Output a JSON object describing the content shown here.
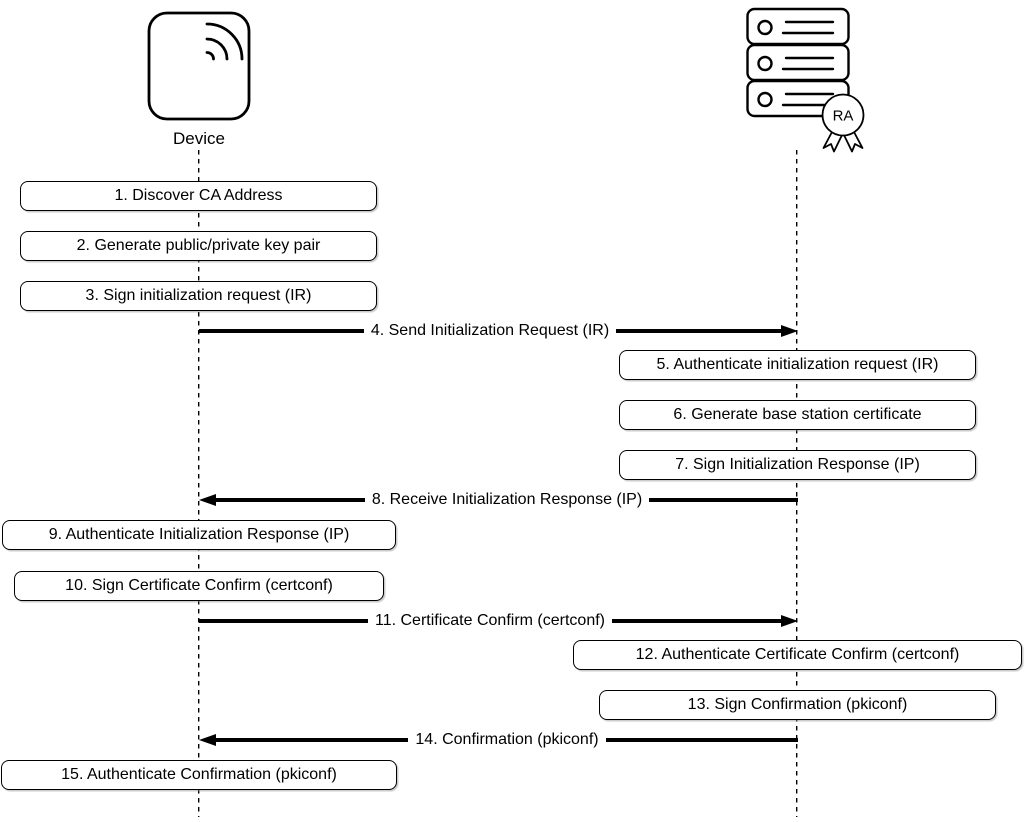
{
  "diagram_type": "sequence-diagram",
  "colors": {
    "stroke": "#000000",
    "background": "#ffffff"
  },
  "actors": {
    "device": {
      "label": "Device",
      "icon": "wireless-device-icon"
    },
    "ra": {
      "label": "RA",
      "icon": "server-rack-icon",
      "badge_label": "RA"
    }
  },
  "steps": [
    {
      "num": "1",
      "kind": "action",
      "lane": "device",
      "label": "1. Discover CA Address"
    },
    {
      "num": "2",
      "kind": "action",
      "lane": "device",
      "label": "2. Generate public/private key pair"
    },
    {
      "num": "3",
      "kind": "action",
      "lane": "device",
      "label": "3. Sign initialization request (IR)"
    },
    {
      "num": "4",
      "kind": "message",
      "from": "device",
      "to": "ra",
      "label": "4. Send Initialization Request (IR)"
    },
    {
      "num": "5",
      "kind": "action",
      "lane": "ra",
      "label": "5. Authenticate initialization request (IR)"
    },
    {
      "num": "6",
      "kind": "action",
      "lane": "ra",
      "label": "6. Generate base station certificate"
    },
    {
      "num": "7",
      "kind": "action",
      "lane": "ra",
      "label": "7. Sign Initialization Response (IP)"
    },
    {
      "num": "8",
      "kind": "message",
      "from": "ra",
      "to": "device",
      "label": "8. Receive Initialization Response (IP)"
    },
    {
      "num": "9",
      "kind": "action",
      "lane": "device",
      "label": "9. Authenticate Initialization Response (IP)"
    },
    {
      "num": "10",
      "kind": "action",
      "lane": "device",
      "label": "10. Sign Certificate Confirm (certconf)"
    },
    {
      "num": "11",
      "kind": "message",
      "from": "device",
      "to": "ra",
      "label": "11. Certificate Confirm (certconf)"
    },
    {
      "num": "12",
      "kind": "action",
      "lane": "ra",
      "label": "12. Authenticate Certificate Confirm (certconf)"
    },
    {
      "num": "13",
      "kind": "action",
      "lane": "ra",
      "label": "13. Sign Confirmation (pkiconf)"
    },
    {
      "num": "14",
      "kind": "message",
      "from": "ra",
      "to": "device",
      "label": "14. Confirmation (pkiconf)"
    },
    {
      "num": "15",
      "kind": "action",
      "lane": "device",
      "label": "15. Authenticate Confirmation (pkiconf)"
    }
  ]
}
